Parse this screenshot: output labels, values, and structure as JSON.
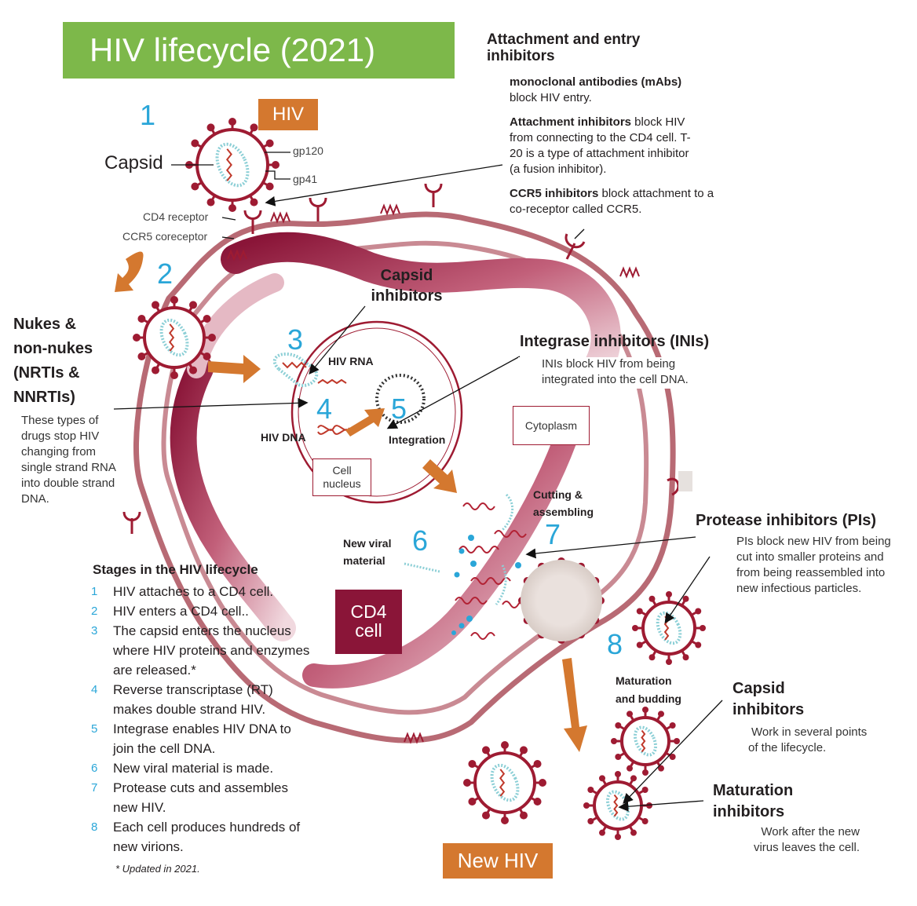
{
  "title": "HIV lifecycle (2021)",
  "hiv_tag": "HIV",
  "step_numbers": [
    "1",
    "2",
    "3",
    "4",
    "5",
    "6",
    "7",
    "8"
  ],
  "labels": {
    "capsid": "Capsid",
    "gp120": "gp120",
    "gp41": "gp41",
    "cd4_receptor": "CD4 receptor",
    "ccr5_coreceptor": "CCR5 coreceptor",
    "hiv_rna": "HIV RNA",
    "hiv_dna": "HIV DNA",
    "integration": "Integration",
    "cell_nucleus": "Cell nucleus",
    "cytoplasm": "Cytoplasm",
    "cutting_assembling": "Cutting & assembling",
    "new_viral_material": "New viral material",
    "maturation_budding": "Maturation and budding",
    "cd4_cell": "CD4 cell",
    "new_hiv": "New HIV"
  },
  "attachment": {
    "heading": "Attachment and entry inhibitors",
    "mabs_bold": "monoclonal antibodies (mAbs)",
    "mabs_text": " block HIV entry.",
    "attach_bold": "Attachment inhibitors",
    "attach_text": " block HIV from connecting to the CD4 cell. T-20 is a type of attachment inhibitor (a fusion inhibitor).",
    "ccr5_bold": "CCR5 inhibitors",
    "ccr5_text": " block attachment to a co-receptor called CCR5."
  },
  "nukes": {
    "heading": "Nukes & non-nukes (NRTIs & NNRTIs)",
    "text": "These types of drugs stop HIV changing from single strand RNA into double strand DNA."
  },
  "capsid_inhibitors_top": "Capsid inhibitors",
  "integrase": {
    "heading": "Integrase inhibitors (INIs)",
    "text": "INIs block HIV from being integrated into the cell DNA."
  },
  "protease": {
    "heading": "Protease  inhibitors (PIs)",
    "text": "PIs block new HIV from being cut into smaller proteins and from being reassembled into new infectious particles."
  },
  "capsid_inhibitors_bottom": {
    "heading": "Capsid inhibitors",
    "text": "Work in several points of the lifecycle."
  },
  "maturation_inhibitors": {
    "heading": "Maturation inhibitors",
    "text": "Work after the new virus leaves the cell."
  },
  "stages": {
    "heading": "Stages in the HIV lifecycle",
    "items": [
      {
        "n": "1",
        "text": "HIV attaches to a CD4 cell."
      },
      {
        "n": "2",
        "text": "HIV enters a CD4 cell.."
      },
      {
        "n": "3",
        "text": "The capsid enters the nucleus where HIV proteins and enzymes are released.*"
      },
      {
        "n": "4",
        "text": "Reverse transcriptase (RT) makes double strand HIV."
      },
      {
        "n": "5",
        "text": "Integrase enables HIV DNA to join the cell DNA."
      },
      {
        "n": "6",
        "text": "New viral material is made."
      },
      {
        "n": "7",
        "text": "Protease cuts and assembles new HIV."
      },
      {
        "n": "8",
        "text": "Each cell produces hundreds of new virions."
      }
    ],
    "footnote": "* Updated in 2021."
  },
  "colors": {
    "title_green": "#7db84a",
    "tag_orange": "#d4782f",
    "number_blue": "#2aa6d8",
    "membrane_crimson": "#9e1b32",
    "cd4_box": "#8a1538"
  }
}
